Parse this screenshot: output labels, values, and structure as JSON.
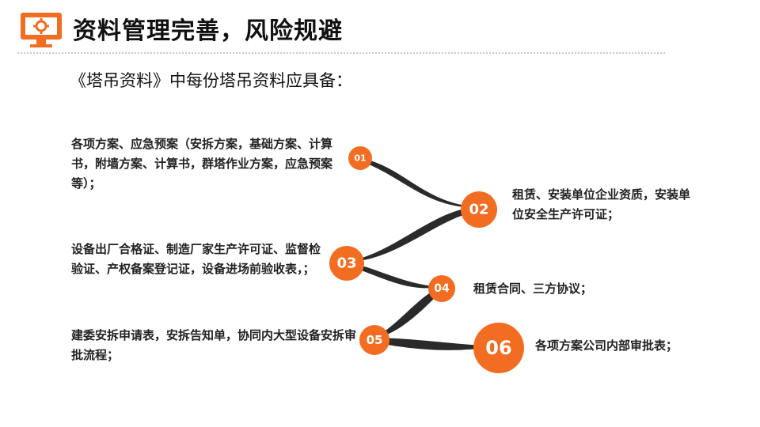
{
  "header": {
    "title": "资料管理完善，风险规避",
    "logo_icon": "monitor-gear-icon",
    "accent_color": "#F26D21"
  },
  "subtitle": "《塔吊资料》中每份塔吊资料应具备：",
  "flow": {
    "connector_color": "#2a2a2a",
    "node_color": "#F26D21",
    "steps": [
      {
        "num": "01",
        "text": "各项方案、应急预案（安拆方案，基础方案、计算书，附墙方案、计算书，群塔作业方案，应急预案等）；"
      },
      {
        "num": "02",
        "text": "租赁、安装单位企业资质，安装单位安全生产许可证；"
      },
      {
        "num": "03",
        "text": "设备出厂合格证、制造厂家生产许可证、监督检验证、产权备案登记证，设备进场前验收表，；"
      },
      {
        "num": "04",
        "text": "租赁合同、三方协议；"
      },
      {
        "num": "05",
        "text": "建委安拆申请表，安拆告知单，协同内大型设备安拆审批流程；"
      },
      {
        "num": "06",
        "text": "各项方案公司内部审批表；"
      }
    ]
  }
}
